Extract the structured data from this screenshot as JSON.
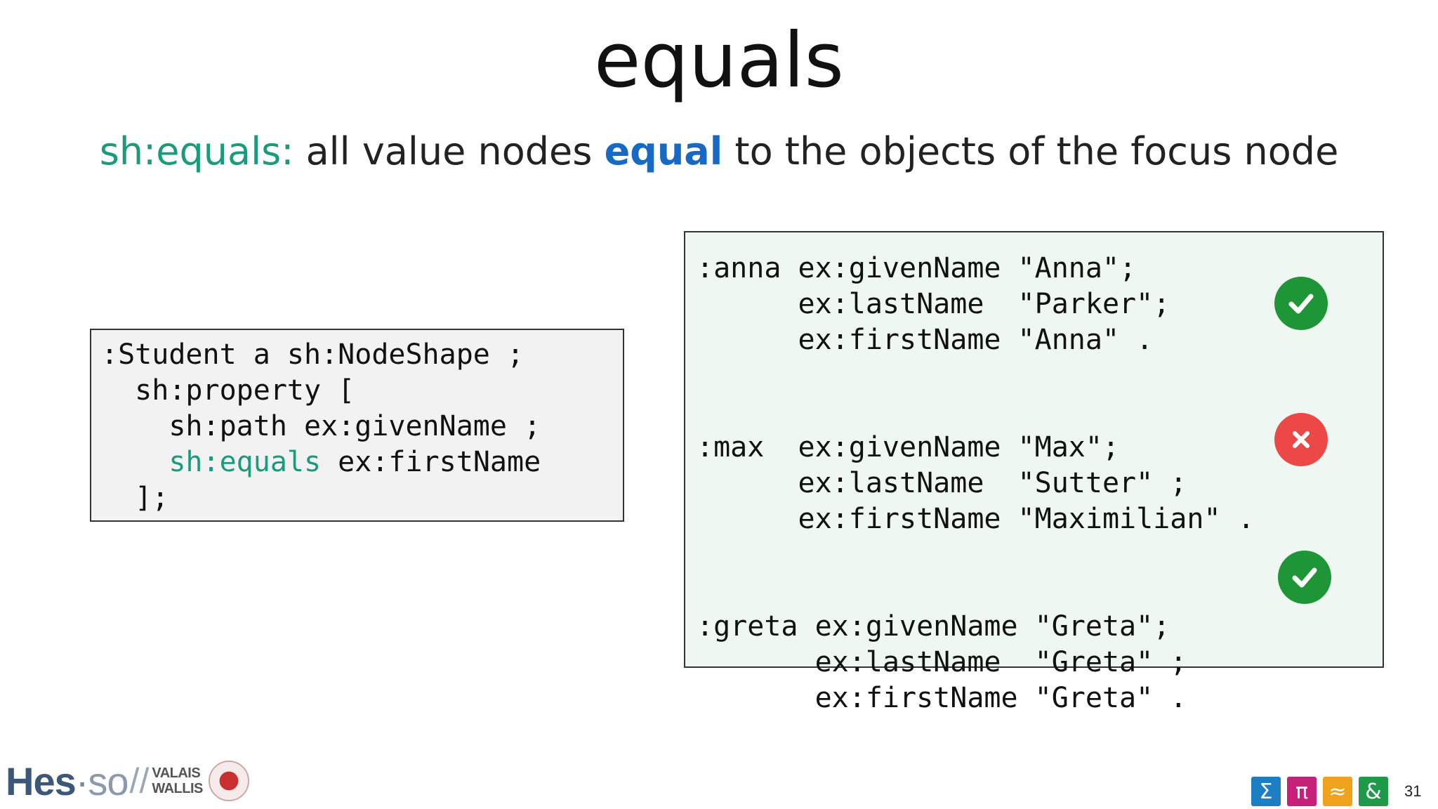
{
  "slide": {
    "title": "equals",
    "subtitle": {
      "keyword": "sh:equals:",
      "text_before": " all value nodes ",
      "emphasis": "equal",
      "text_after": " to the objects of the focus node"
    },
    "page_number": "31"
  },
  "shape_code": {
    "line1": ":Student a sh:NodeShape ;",
    "line2": "  sh:property [",
    "line3": "    sh:path ex:givenName ;",
    "line4_indent": "    ",
    "line4_keyword": "sh:equals",
    "line4_rest": " ex:firstName",
    "line5": "  ];"
  },
  "data_code": {
    "anna": [
      ":anna ex:givenName \"Anna\";",
      "      ex:lastName  \"Parker\";",
      "      ex:firstName \"Anna\" ."
    ],
    "max": [
      ":max  ex:givenName \"Max\";",
      "      ex:lastName  \"Sutter\" ;",
      "      ex:firstName \"Maximilian\" ."
    ],
    "greta": [
      ":greta ex:givenName \"Greta\";",
      "       ex:lastName  \"Greta\" ;",
      "       ex:firstName \"Greta\" ."
    ]
  },
  "validation": {
    "anna": "check-icon",
    "max": "cross-icon",
    "greta": "check-icon",
    "colors": {
      "valid": "#1e9637",
      "invalid": "#ec4848"
    }
  },
  "footer": {
    "logo_hes": "Hes",
    "logo_so": "so",
    "logo_valais": "VALAIS",
    "logo_wallis": "WALLIS",
    "tiles": [
      {
        "symbol": "Σ",
        "color": "#1c7fc4"
      },
      {
        "symbol": "π",
        "color": "#c8207a"
      },
      {
        "symbol": "≈",
        "color": "#f0a21c"
      },
      {
        "symbol": "&",
        "color": "#1e9a4a"
      }
    ]
  }
}
